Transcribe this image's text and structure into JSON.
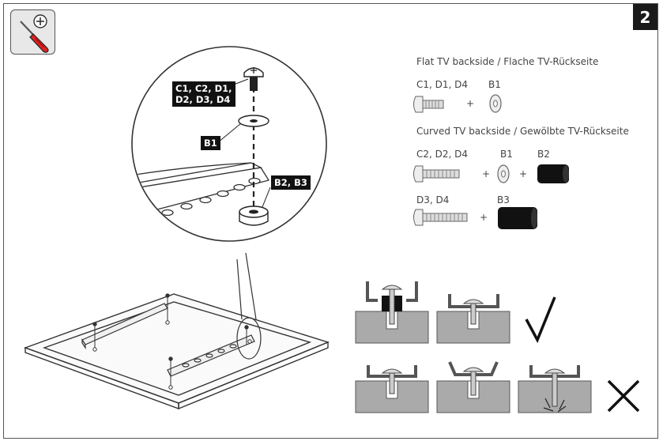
{
  "step_number": "2",
  "callouts": {
    "top_screw": "C1, C2, D1,\nD2, D3, D4",
    "washer": "B1",
    "spacer": "B2, B3"
  },
  "flat_section": {
    "heading": "Flat TV backside / Flache TV-Rückseite",
    "screw_label": "C1, D1, D4",
    "washer_label": "B1",
    "plus": "+"
  },
  "curved_section": {
    "heading": "Curved TV backside / Gewölbte TV-Rückseite",
    "row1": {
      "screw_label": "C2, D2, D4",
      "washer_label": "B1",
      "spacer_label": "B2",
      "plus": "+"
    },
    "row2": {
      "screw_label": "D3, D4",
      "spacer_label": "B3",
      "plus": "+"
    }
  },
  "icons": {
    "tool": "screwdriver-icon",
    "correct": "checkmark-icon",
    "incorrect": "cross-icon"
  }
}
